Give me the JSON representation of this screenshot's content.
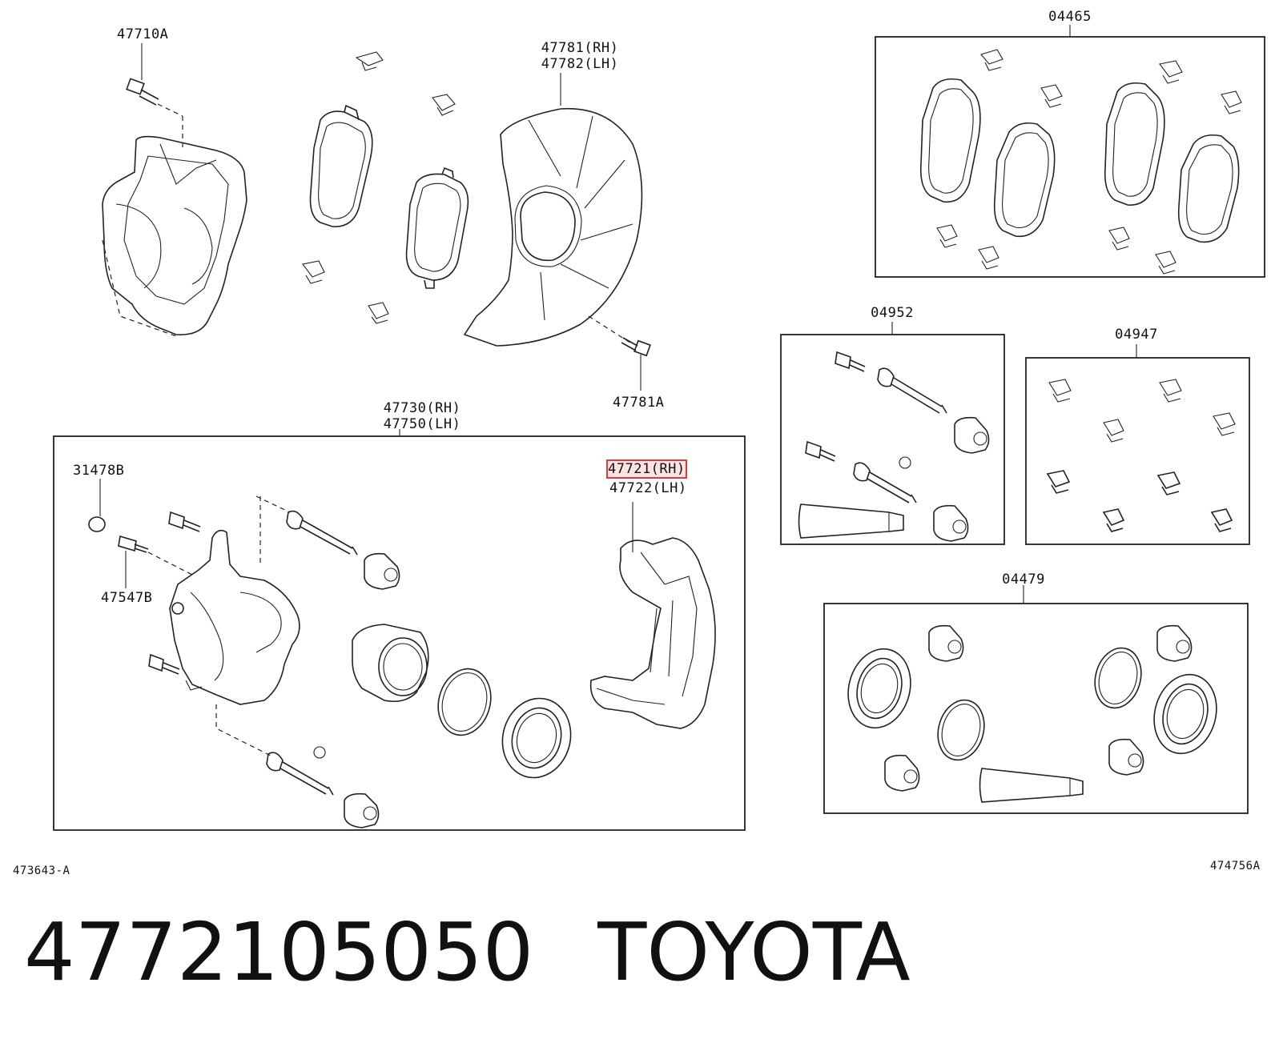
{
  "labels": {
    "p47710A": "47710A",
    "p47781": "47781(RH)\n47782(LH)",
    "p47781A": "47781A",
    "p47730": "47730(RH)\n47750(LH)",
    "p31478B": "31478B",
    "p47547B": "47547B",
    "p47721": "47721(RH)",
    "p47722": "47722(LH)",
    "p04465": "04465",
    "p04952": "04952",
    "p04947": "04947",
    "p04479": "04479",
    "ref_left": "473643-A",
    "ref_right": "474756A"
  },
  "footer": {
    "part_number": "4772105050",
    "brand": "TOYOTA"
  },
  "colors": {
    "highlight_border": "#e03a3a",
    "highlight_fill": "#fbe3e3",
    "line": "#222222"
  }
}
